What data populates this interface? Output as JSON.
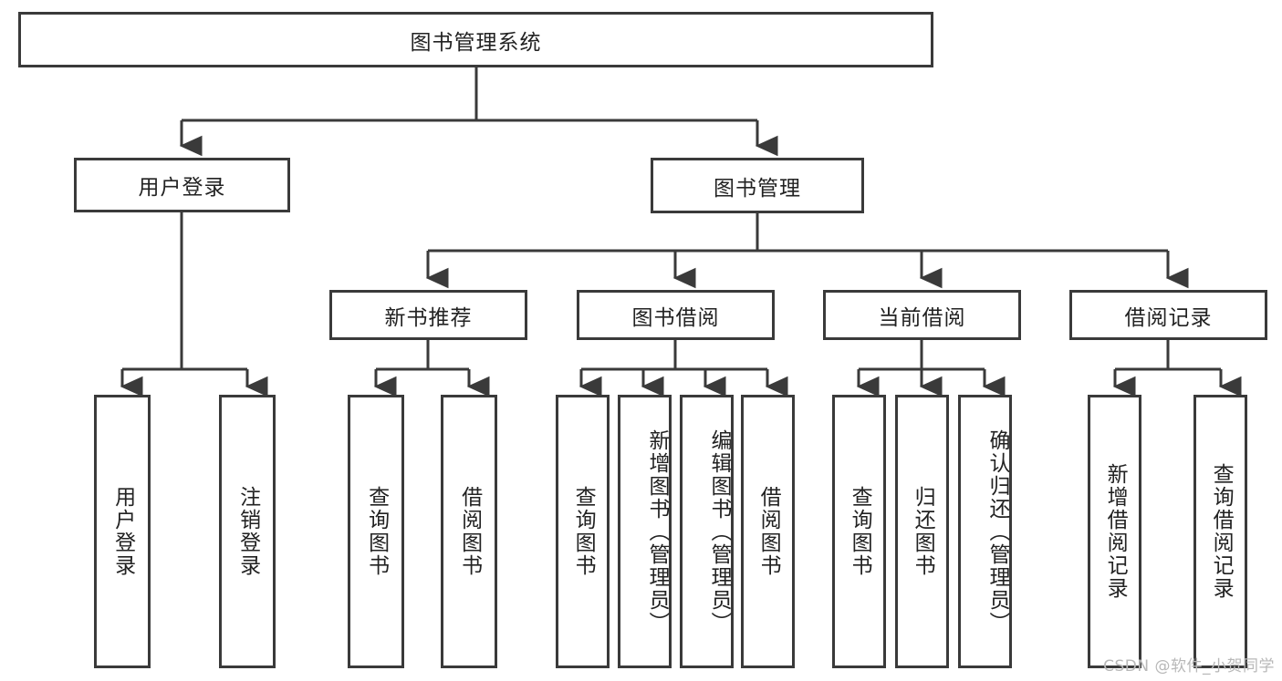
{
  "diagram": {
    "title": "图书管理系统",
    "type": "tree-hierarchy-chart",
    "line_color": "#3a3a3a",
    "box_fill": "#ffffff",
    "text_color": "#222222",
    "watermark": "CSDN @软件_小贺同学",
    "levels": {
      "root": {
        "label": "图书管理系统"
      },
      "level2": [
        {
          "label": "用户登录"
        },
        {
          "label": "图书管理"
        }
      ],
      "level3": [
        {
          "label": "新书推荐"
        },
        {
          "label": "图书借阅"
        },
        {
          "label": "当前借阅"
        },
        {
          "label": "借阅记录"
        }
      ],
      "leaves": {
        "user_login": [
          {
            "label": "用户登录"
          },
          {
            "label": "注销登录"
          }
        ],
        "new_book_recommend": [
          {
            "label": "查询图书"
          },
          {
            "label": "借阅图书"
          }
        ],
        "book_borrow": [
          {
            "label": "查询图书"
          },
          {
            "label": "新增图书（管理员）"
          },
          {
            "label": "编辑图书（管理员）"
          },
          {
            "label": "借阅图书"
          }
        ],
        "current_borrow": [
          {
            "label": "查询图书"
          },
          {
            "label": "归还图书"
          },
          {
            "label": "确认归还（管理员）"
          }
        ],
        "borrow_record": [
          {
            "label": "新增借阅记录"
          },
          {
            "label": "查询借阅记录"
          }
        ]
      }
    }
  }
}
